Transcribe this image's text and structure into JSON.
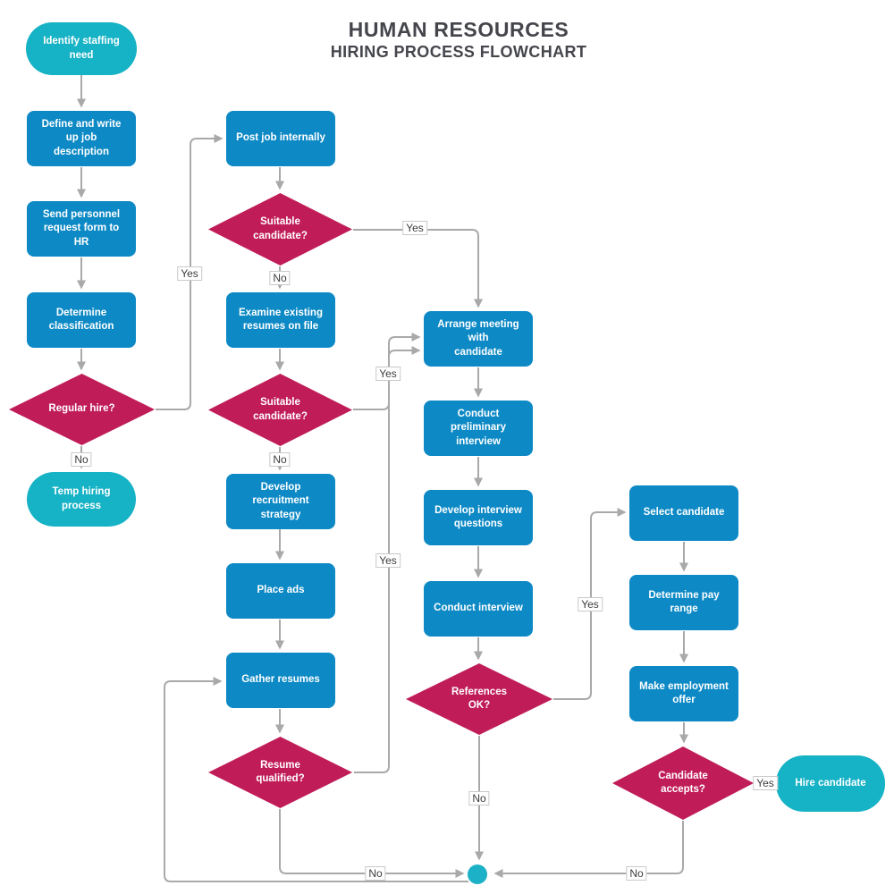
{
  "title": {
    "line1": "HUMAN RESOURCES",
    "line2": "HIRING PROCESS FLOWCHART"
  },
  "colors": {
    "process_fill": "#0d89c5",
    "terminal_fill": "#16b2c5",
    "decision_fill": "#c01d58",
    "connector": "#a9a9a9",
    "node_text": "#ffffff",
    "title_text": "#45464c",
    "edge_label_text": "#3c3c3c",
    "junction_fill": "#1cb1c6",
    "background": "#ffffff"
  },
  "nodes": {
    "identify_staffing": {
      "type": "terminal",
      "label": "Identify staffing\nneed"
    },
    "define_job": {
      "type": "process",
      "label": "Define and write up job\ndescription"
    },
    "send_request": {
      "type": "process",
      "label": "Send personnel\nrequest form to HR"
    },
    "determine_classification": {
      "type": "process",
      "label": "Determine\nclassification"
    },
    "regular_hire": {
      "type": "decision",
      "label": "Regular hire?"
    },
    "temp_hiring": {
      "type": "terminal",
      "label": "Temp hiring\nprocess"
    },
    "post_job": {
      "type": "process",
      "label": "Post job internally"
    },
    "suitable_candidate_1": {
      "type": "decision",
      "label": "Suitable\ncandidate?"
    },
    "examine_existing": {
      "type": "process",
      "label": "Examine existing\nresumes on file"
    },
    "suitable_candidate_2": {
      "type": "decision",
      "label": "Suitable\ncandidate?"
    },
    "develop_recruitment": {
      "type": "process",
      "label": "Develop recruitment\nstrategy"
    },
    "place_ads": {
      "type": "process",
      "label": "Place ads"
    },
    "gather_resumes": {
      "type": "process",
      "label": "Gather resumes"
    },
    "resume_qualified": {
      "type": "decision",
      "label": "Resume\nqualified?"
    },
    "arrange_meeting": {
      "type": "process",
      "label": "Arrange meeting with\ncandidate"
    },
    "conduct_preliminary": {
      "type": "process",
      "label": "Conduct preliminary\ninterview"
    },
    "develop_questions": {
      "type": "process",
      "label": "Develop interview\nquestions"
    },
    "conduct_interview": {
      "type": "process",
      "label": "Conduct interview"
    },
    "references_ok": {
      "type": "decision",
      "label": "References\nOK?"
    },
    "select_candidate": {
      "type": "process",
      "label": "Select candidate"
    },
    "determine_pay": {
      "type": "process",
      "label": "Determine pay range"
    },
    "make_offer": {
      "type": "process",
      "label": "Make employment\noffer"
    },
    "candidate_accepts": {
      "type": "decision",
      "label": "Candidate\naccepts?"
    },
    "hire_candidate": {
      "type": "terminal",
      "label": "Hire candidate"
    }
  },
  "edge_labels": [
    {
      "text": "Yes"
    },
    {
      "text": "No"
    },
    {
      "text": "No"
    },
    {
      "text": "Yes"
    },
    {
      "text": "No"
    },
    {
      "text": "Yes"
    },
    {
      "text": "Yes"
    },
    {
      "text": "No"
    },
    {
      "text": "No"
    },
    {
      "text": "Yes"
    },
    {
      "text": "Yes"
    },
    {
      "text": "No"
    }
  ],
  "edges": [
    {
      "from": "identify_staffing",
      "to": "define_job",
      "label": ""
    },
    {
      "from": "define_job",
      "to": "send_request",
      "label": ""
    },
    {
      "from": "send_request",
      "to": "determine_classification",
      "label": ""
    },
    {
      "from": "determine_classification",
      "to": "regular_hire",
      "label": ""
    },
    {
      "from": "regular_hire",
      "to": "temp_hiring",
      "label": "No"
    },
    {
      "from": "regular_hire",
      "to": "post_job",
      "label": "Yes"
    },
    {
      "from": "post_job",
      "to": "suitable_candidate_1",
      "label": ""
    },
    {
      "from": "suitable_candidate_1",
      "to": "examine_existing",
      "label": "No"
    },
    {
      "from": "suitable_candidate_1",
      "to": "arrange_meeting",
      "label": "Yes"
    },
    {
      "from": "examine_existing",
      "to": "suitable_candidate_2",
      "label": ""
    },
    {
      "from": "suitable_candidate_2",
      "to": "develop_recruitment",
      "label": "No"
    },
    {
      "from": "suitable_candidate_2",
      "to": "arrange_meeting",
      "label": "Yes"
    },
    {
      "from": "develop_recruitment",
      "to": "place_ads",
      "label": ""
    },
    {
      "from": "place_ads",
      "to": "gather_resumes",
      "label": ""
    },
    {
      "from": "gather_resumes",
      "to": "resume_qualified",
      "label": ""
    },
    {
      "from": "resume_qualified",
      "to": "arrange_meeting",
      "label": "Yes"
    },
    {
      "from": "resume_qualified",
      "to": "junction",
      "label": "No"
    },
    {
      "from": "arrange_meeting",
      "to": "conduct_preliminary",
      "label": ""
    },
    {
      "from": "conduct_preliminary",
      "to": "develop_questions",
      "label": ""
    },
    {
      "from": "develop_questions",
      "to": "conduct_interview",
      "label": ""
    },
    {
      "from": "conduct_interview",
      "to": "references_ok",
      "label": ""
    },
    {
      "from": "references_ok",
      "to": "select_candidate",
      "label": "Yes"
    },
    {
      "from": "references_ok",
      "to": "junction",
      "label": "No"
    },
    {
      "from": "select_candidate",
      "to": "determine_pay",
      "label": ""
    },
    {
      "from": "determine_pay",
      "to": "make_offer",
      "label": ""
    },
    {
      "from": "make_offer",
      "to": "candidate_accepts",
      "label": ""
    },
    {
      "from": "candidate_accepts",
      "to": "hire_candidate",
      "label": "Yes"
    },
    {
      "from": "candidate_accepts",
      "to": "junction",
      "label": "No"
    },
    {
      "from": "junction",
      "to": "gather_resumes",
      "label": ""
    }
  ]
}
